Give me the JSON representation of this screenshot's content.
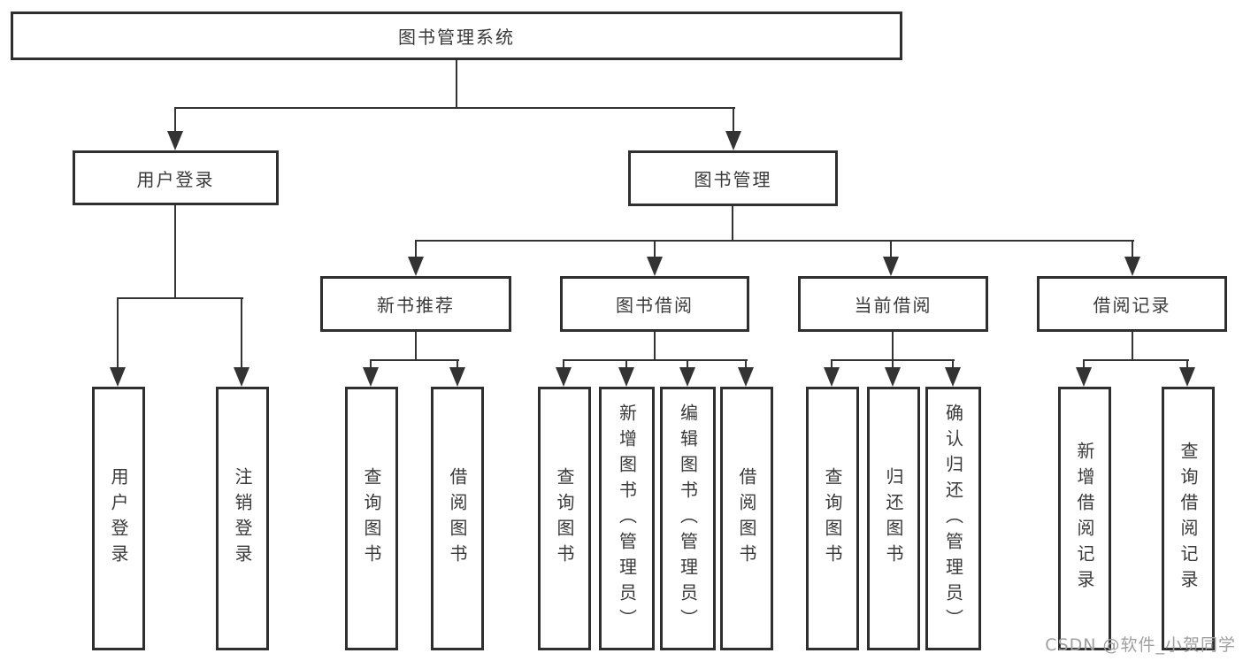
{
  "diagram": {
    "root": "图书管理系统",
    "user_login": {
      "label": "用户登录",
      "children": {
        "login": "用户登录",
        "logout": "注销登录"
      }
    },
    "book_management": {
      "label": "图书管理",
      "new_book_recommend": {
        "label": "新书推荐",
        "children": {
          "query_books": "查询图书",
          "borrow_books": "借阅图书"
        }
      },
      "book_borrowing": {
        "label": "图书借阅",
        "children": {
          "query_books": "查询图书",
          "add_books": "新增图书（管理员）",
          "edit_books": "编辑图书（管理员）",
          "borrow_books": "借阅图书"
        }
      },
      "current_borrowing": {
        "label": "当前借阅",
        "children": {
          "query_books": "查询图书",
          "return_books": "归还图书",
          "confirm_return": "确认归还（管理员）"
        }
      },
      "borrowing_records": {
        "label": "借阅记录",
        "children": {
          "add_record": "新增借阅记录",
          "query_record": "查询借阅记录"
        }
      }
    },
    "watermark": "CSDN @软件_小贺同学"
  },
  "colors": {
    "line": "#333333",
    "border": "#2f2f2f",
    "text": "#3a3a3a",
    "watermark": "#9f9f9f",
    "background": "#ffffff"
  }
}
